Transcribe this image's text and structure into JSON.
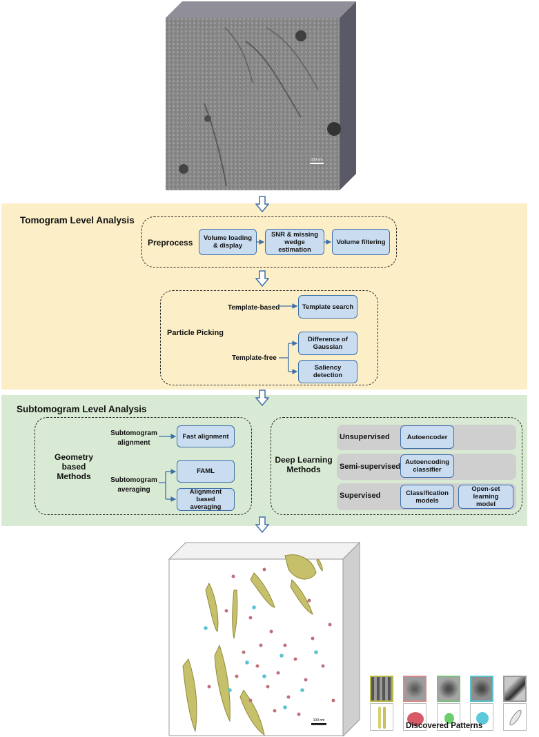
{
  "tomogram": {
    "scale_bar": "100 nm"
  },
  "tomogram_level": {
    "title": "Tomogram Level  Analysis",
    "preprocess": {
      "label": "Preprocess",
      "steps": [
        "Volume loading\n& display",
        "SNR & missing\nwedge estimation",
        "Volume filtering"
      ]
    },
    "particle_picking": {
      "label": "Particle Picking",
      "template_based": {
        "label": "Template-based",
        "box": "Template search"
      },
      "template_free": {
        "label": "Template-free",
        "boxes": [
          "Difference of\nGaussian",
          "Saliency\ndetection"
        ]
      }
    }
  },
  "subtomogram_level": {
    "title": "Subtomogram Level  Analysis",
    "geometry": {
      "label": "Geometry based\nMethods",
      "alignment": {
        "label": "Subtomogram\nalignment",
        "box": "Fast alignment"
      },
      "averaging": {
        "label": "Subtomogram\naveraging",
        "boxes": [
          "FAML",
          "Alignment based\naveraging"
        ]
      }
    },
    "deep_learning": {
      "label": "Deep Learning\nMethods",
      "rows": [
        {
          "label": "Unsupervised",
          "boxes": [
            "Autoencoder"
          ]
        },
        {
          "label": "Semi-supervised",
          "boxes": [
            "Autoencoding\nclassifier"
          ]
        },
        {
          "label": "Supervised",
          "boxes": [
            "Classification\nmodels",
            "Open-set learning\nmodel"
          ]
        }
      ]
    }
  },
  "result": {
    "scale_bar": "100 nm",
    "caption": "Discovered Patterns"
  },
  "colors": {
    "tomogram_panel": "#fcefc8",
    "subtomogram_panel": "#d8ead3",
    "box_fill": "#c9dcf0",
    "box_border": "#3d6fa8",
    "arrow": "#3d6fa8"
  }
}
